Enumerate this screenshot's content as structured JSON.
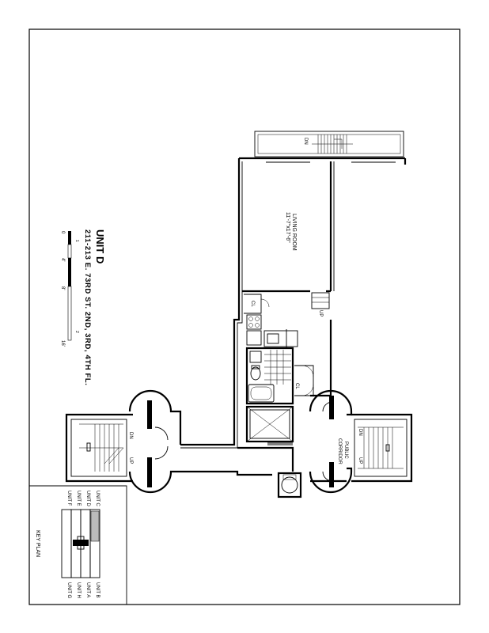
{
  "title": {
    "unit": "UNIT D",
    "address": "211-213 E. 73RD ST. 2ND, 3RD, 4TH FL."
  },
  "scale": {
    "ticks": [
      "0",
      "4'",
      "8'",
      "16'"
    ],
    "minor": [
      "1",
      "2"
    ]
  },
  "rooms": {
    "living_room": {
      "name": "LIVING ROOM",
      "dims": "11'-7\"x17'-6\""
    },
    "closet_kitchen": "CL",
    "closet_bath": "CL",
    "public_corridor": [
      "PUBLIC",
      "CORRIDOR"
    ]
  },
  "stairs": {
    "top_fire_stair": "DN",
    "right_stair_up": "UP",
    "left_stair_dn": "DN",
    "left_stair_up": "UP",
    "bottom_stair_dn": "DN",
    "bottom_stair_up": "UP"
  },
  "key_plan": {
    "title": "KEY PLAN",
    "left_labels": [
      "UNIT C",
      "UNIT D",
      "UNIT E",
      "UNIT F"
    ],
    "right_labels": [
      "UNIT B",
      "UNIT A",
      "UNIT H",
      "UNIT G"
    ]
  }
}
